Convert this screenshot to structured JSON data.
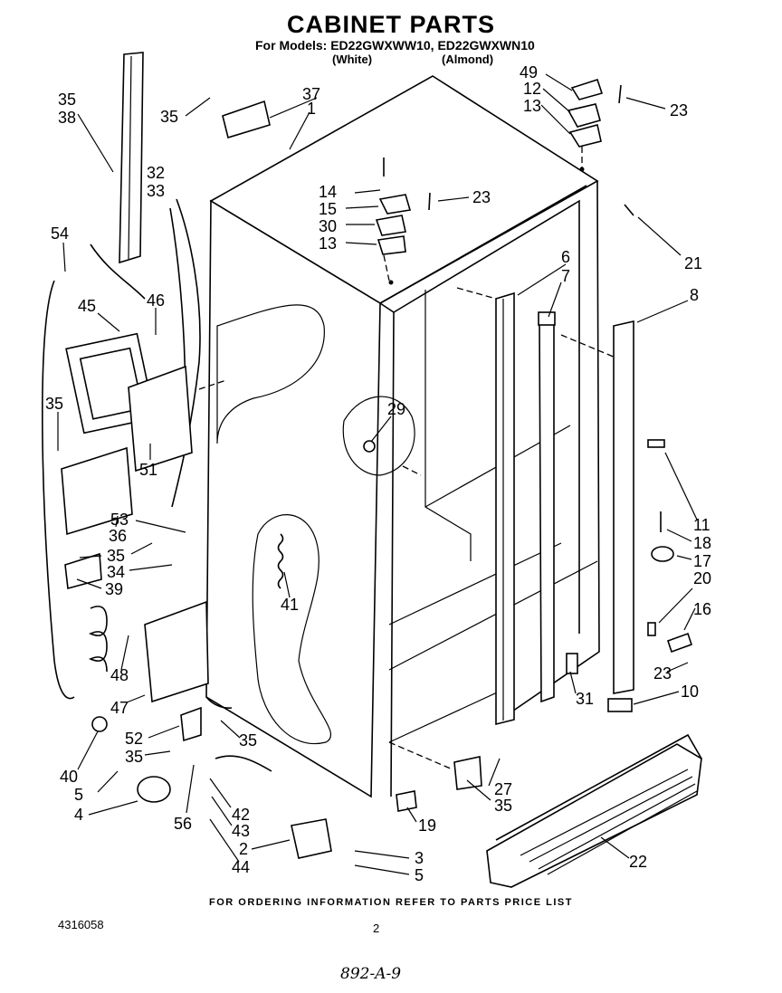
{
  "header": {
    "title": "CABINET PARTS",
    "models": "For Models: ED22GWXWW10, ED22GWXWN10",
    "color_white": "(White)",
    "color_almond": "(Almond)"
  },
  "callouts": [
    "35",
    "38",
    "35",
    "37",
    "1",
    "49",
    "12",
    "13",
    "23",
    "32",
    "33",
    "14",
    "15",
    "30",
    "13",
    "23",
    "21",
    "54",
    "45",
    "46",
    "6",
    "7",
    "8",
    "35",
    "29",
    "51",
    "36",
    "53",
    "35",
    "34",
    "39",
    "41",
    "11",
    "18",
    "17",
    "20",
    "16",
    "48",
    "23",
    "10",
    "31",
    "47",
    "52",
    "35",
    "35",
    "40",
    "5",
    "4",
    "56",
    "42",
    "43",
    "2",
    "44",
    "3",
    "5",
    "27",
    "35",
    "19",
    "22"
  ],
  "footer": {
    "ordering_note": "FOR ORDERING INFORMATION REFER TO PARTS PRICE LIST",
    "document_number": "4316058",
    "page_number": "2",
    "handwritten_code": "892-A-9"
  }
}
